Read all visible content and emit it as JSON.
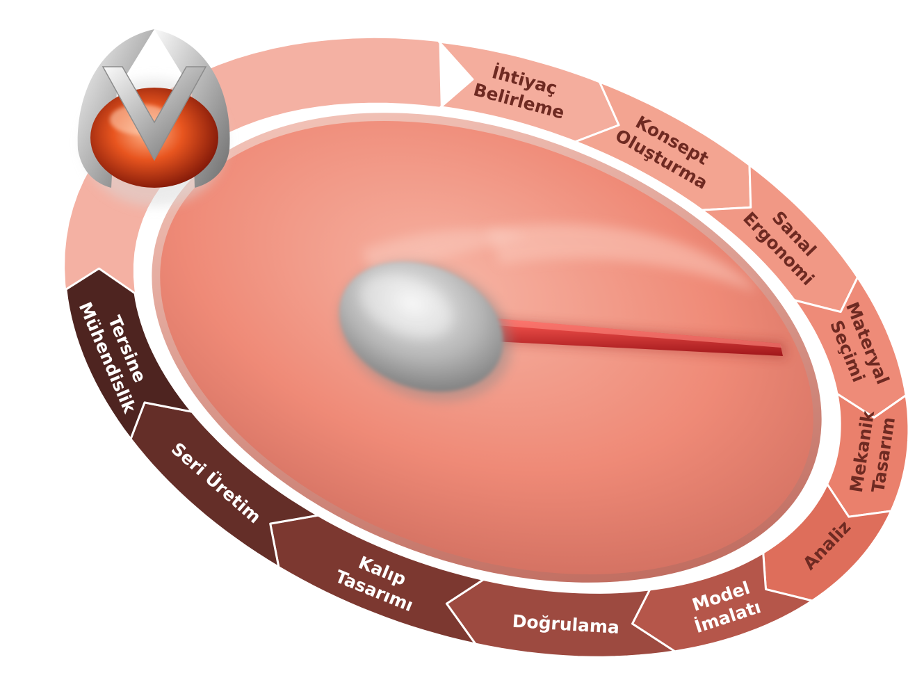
{
  "diagram": {
    "stages": [
      {
        "lines": [
          "İhtiyaç",
          "Belirleme"
        ],
        "fill": "#f4ad9d",
        "text_color": "#6e2a22"
      },
      {
        "lines": [
          "Konsept",
          "Oluşturma"
        ],
        "fill": "#f3a491",
        "text_color": "#6e2a22"
      },
      {
        "lines": [
          "Sanal",
          "Ergonomi"
        ],
        "fill": "#f19885",
        "text_color": "#6e2a22"
      },
      {
        "lines": [
          "Materyal",
          "Seçimi"
        ],
        "fill": "#ee8b78",
        "text_color": "#6e2a22"
      },
      {
        "lines": [
          "Mekanik",
          "Tasarım"
        ],
        "fill": "#ea806c",
        "text_color": "#6e2a22"
      },
      {
        "lines": [
          "Analiz"
        ],
        "fill": "#de6e5b",
        "text_color": "#6e2a22"
      },
      {
        "lines": [
          "Model",
          "İmalatı"
        ],
        "fill": "#b5564a",
        "text_color": "#ffffff"
      },
      {
        "lines": [
          "Doğrulama"
        ],
        "fill": "#9d4a40",
        "text_color": "#ffffff"
      },
      {
        "lines": [
          "Kalıp",
          "Tasarımı"
        ],
        "fill": "#7c3830",
        "text_color": "#ffffff"
      },
      {
        "lines": [
          "Seri Üretim"
        ],
        "fill": "#642e28",
        "text_color": "#ffffff"
      },
      {
        "lines": [
          "Tersine",
          "Mühendislik"
        ],
        "fill": "#4e2420",
        "text_color": "#ffffff"
      }
    ],
    "ring_start_fill": "#f4b1a3",
    "dial_colors": {
      "light": "#f6b3a3",
      "mid": "#ef8a77",
      "dark": "#c9685a"
    },
    "needle_color": "#d8262a",
    "logo_icon": "v-shield-logo-icon",
    "needle_icon": "gauge-needle-icon"
  }
}
